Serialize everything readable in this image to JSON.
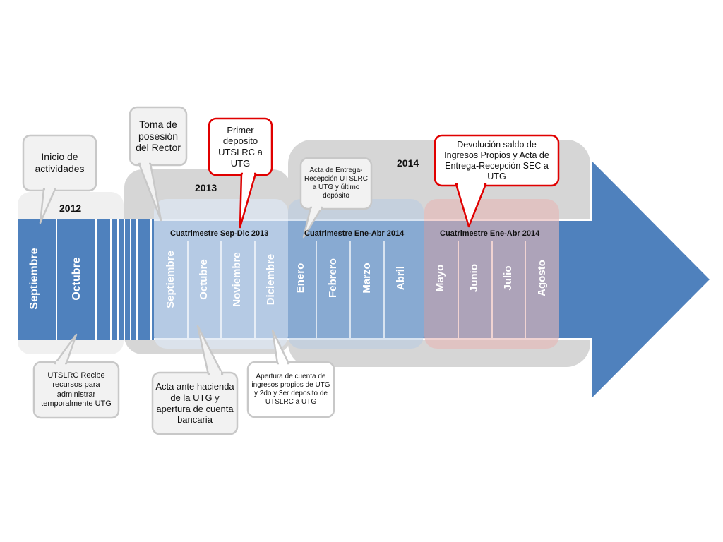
{
  "years": {
    "y2012": "2012",
    "y2013": "2013",
    "y2014": "2014"
  },
  "terms": {
    "sep_dic_2013": "Cuatrimestre Sep-Dic 2013",
    "ene_abr_2014": "Cuatrimestre Ene-Abr 2014",
    "may_ago_2014": "Cuatrimestre Ene-Abr 2014"
  },
  "months": {
    "m2012": [
      "Septiembre",
      "Octubre"
    ],
    "m2013": [
      "Septiembre",
      "Octubre",
      "Noviembre",
      "Diciembre"
    ],
    "m2014a": [
      "Enero",
      "Febrero",
      "Marzo",
      "Abril"
    ],
    "m2014b": [
      "Mayo",
      "Junio",
      "Julio",
      "Agosto"
    ]
  },
  "callouts": {
    "inicio": "Inicio de actividades",
    "toma": "Toma de posesión del Rector",
    "primer": "Primer deposito UTSLRC a UTG",
    "acta_entrega": "Acta de Entrega-Recepción UTSLRC a UTG y último depósito",
    "devolucion": "Devolución saldo de Ingresos Propios y Acta de Entrega-Recepción SEC a UTG",
    "recibe": "UTSLRC Recibe recursos para administrar temporalmente UTG",
    "acta_hacienda": "Acta ante hacienda de la UTG y apertura de cuenta bancaria",
    "apertura": "Apertura de cuenta de ingresos propios de UTG y 2do y 3er deposito de UTSLRC a UTG"
  },
  "colors": {
    "arrow": "#4f81bd",
    "panel_grey": "#d9d9d9",
    "panel_light": "#eeeeee",
    "callout_border": "#c8c8c8",
    "highlight_border": "#e00000"
  }
}
